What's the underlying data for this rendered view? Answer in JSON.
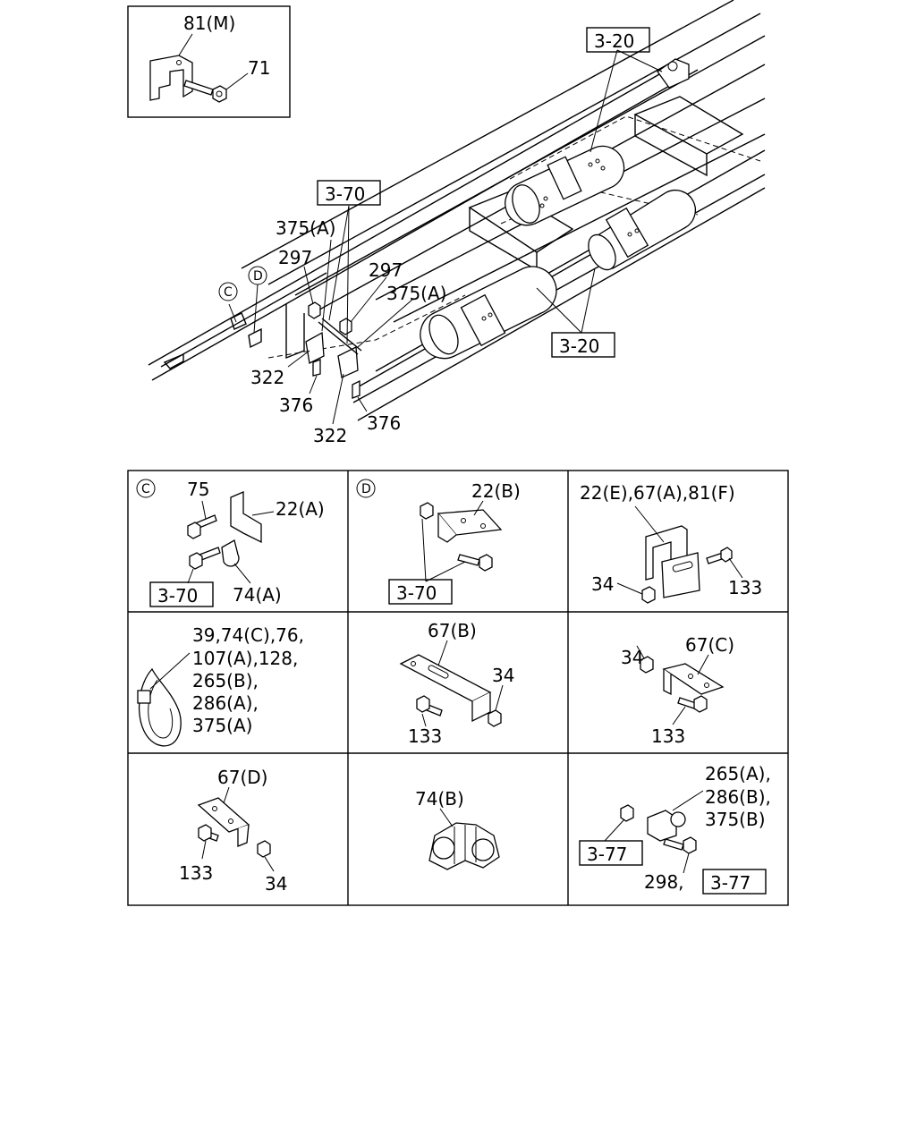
{
  "top_diagram": {
    "inset_labels": [
      "81(M)",
      "71"
    ],
    "labels": [
      "375(A)",
      "297",
      "297",
      "375(A)",
      "322",
      "376",
      "376",
      "322"
    ],
    "callouts": {
      "c": "C",
      "d": "D"
    },
    "refs": [
      "3-20",
      "3-70",
      "3-20"
    ]
  },
  "detail_grid": {
    "cells": [
      {
        "marker": "C",
        "labels": [
          "75",
          "22(A)",
          "74(A)"
        ],
        "ref": "3-70"
      },
      {
        "marker": "D",
        "labels": [
          "22(B)"
        ],
        "ref": "3-70"
      },
      {
        "labels": [
          "22(E),67(A),81(F)",
          "34",
          "133"
        ]
      },
      {
        "labels": [
          "39,74(C),76,",
          "107(A),128,",
          "265(B),",
          "286(A),",
          "375(A)"
        ]
      },
      {
        "labels": [
          "67(B)",
          "34",
          "133"
        ]
      },
      {
        "labels": [
          "34",
          "67(C)",
          "133"
        ]
      },
      {
        "labels": [
          "67(D)",
          "133",
          "34"
        ]
      },
      {
        "labels": [
          "74(B)"
        ]
      },
      {
        "labels": [
          "265(A),",
          "286(B),",
          "375(B)",
          "298,"
        ],
        "refs": [
          "3-77",
          "3-77"
        ]
      }
    ]
  }
}
